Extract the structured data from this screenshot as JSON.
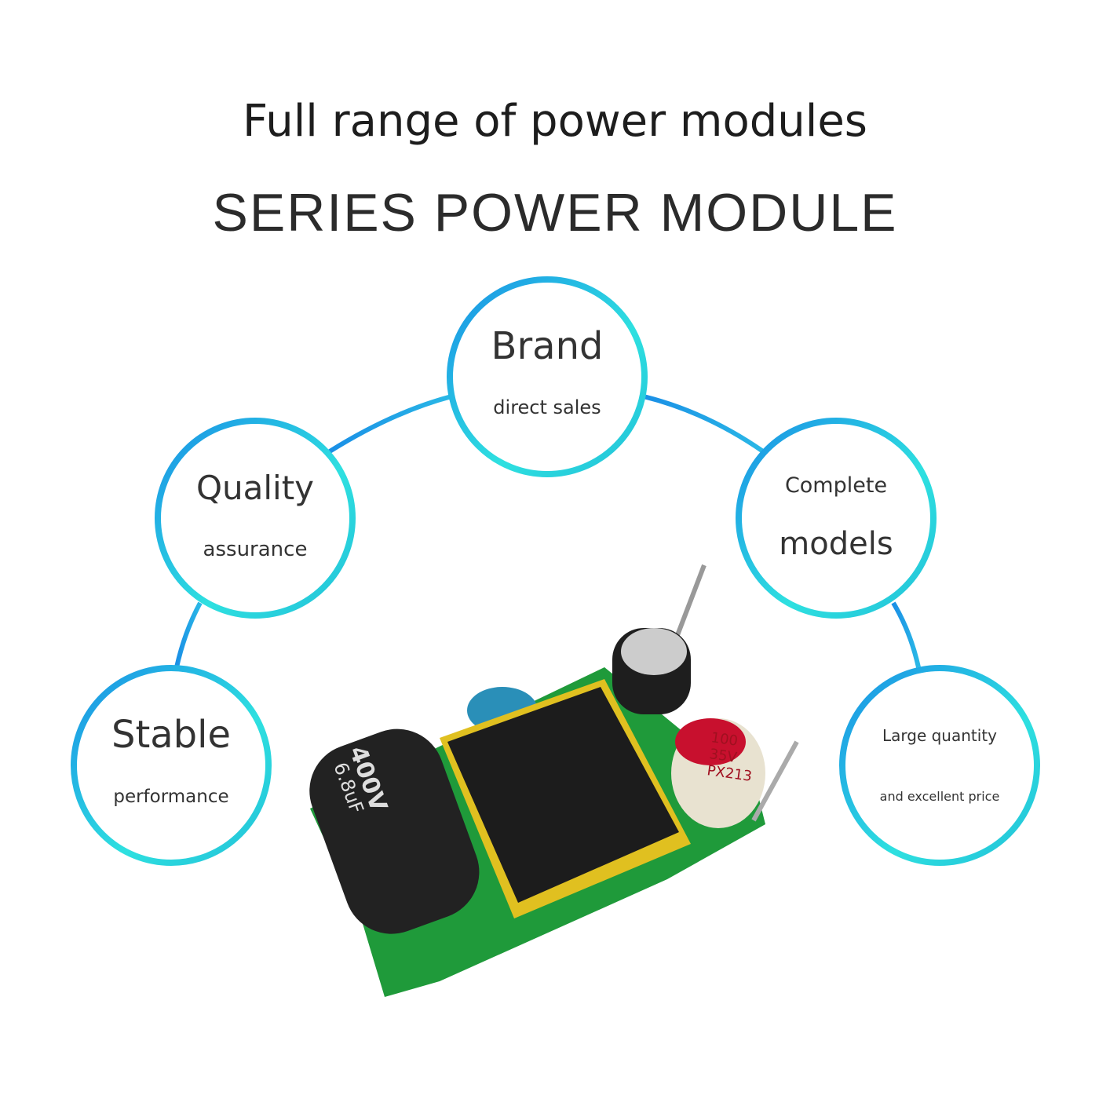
{
  "header": {
    "title": "Full range of power modules",
    "subtitle": "SERIES POWER MODULE"
  },
  "features": [
    {
      "main": "Brand",
      "sub": "direct sales"
    },
    {
      "main": "Quality",
      "sub": "assurance"
    },
    {
      "main": "models",
      "sub": "Complete"
    },
    {
      "main": "Stable",
      "sub": "performance"
    },
    {
      "main": "Large quantity",
      "sub": "and excellent price"
    }
  ],
  "product": {
    "cap1": "400V",
    "cap1b": "6.8uF",
    "cap2": "100",
    "cap2b": "35V",
    "cap2c": "PX213"
  },
  "colors": {
    "ring_start": "#1a8fe6",
    "ring_end": "#2ee0e0",
    "pcb": "#1f9a3a",
    "transformer": "#1c1c1c",
    "bobbin": "#e0c020"
  }
}
